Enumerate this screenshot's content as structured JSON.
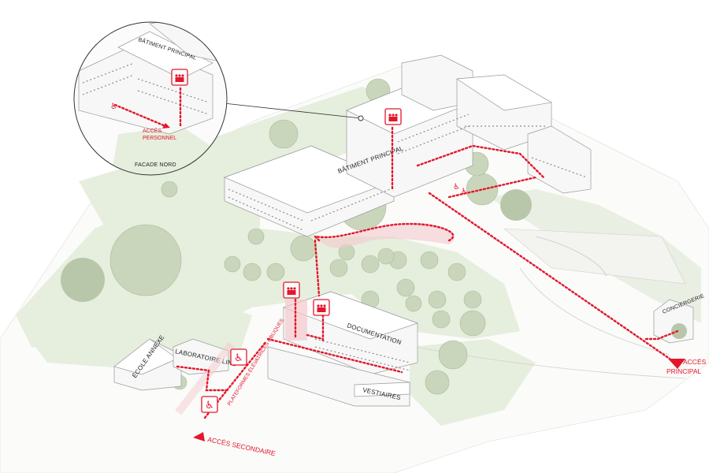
{
  "colors": {
    "accent": "#e3172b",
    "lawn": "#e6eedd",
    "building": "#f7f7f7"
  },
  "inset": {
    "building_label": "BÂTIMENT PRINCIPAL",
    "access_label_line1": "ACCÈS",
    "access_label_line2": "PERSONNEL",
    "caption": "FACADE NORD"
  },
  "buildings": {
    "main": "BÂTIMENT PRINCIPAL",
    "documentation": "DOCUMENTATION",
    "ecole_annexe": "ÉCOLE ANNEXE",
    "laboratoire": "LABORATOIRE LINE",
    "vestiaires": "VESTIAIRES",
    "conciergerie": "CONCIERGERIE"
  },
  "paths": {
    "platforms": "PLATEFORMES ÉLÉVATRICES OBLIQUES"
  },
  "accesses": {
    "secondary": "ACCÈS SECONDAIRE",
    "main_line1": "ACCÈS",
    "main_line2": "PRINCIPAL"
  },
  "icons": [
    "elevator-icon",
    "wheelchair-icon",
    "access-arrow-icon"
  ]
}
